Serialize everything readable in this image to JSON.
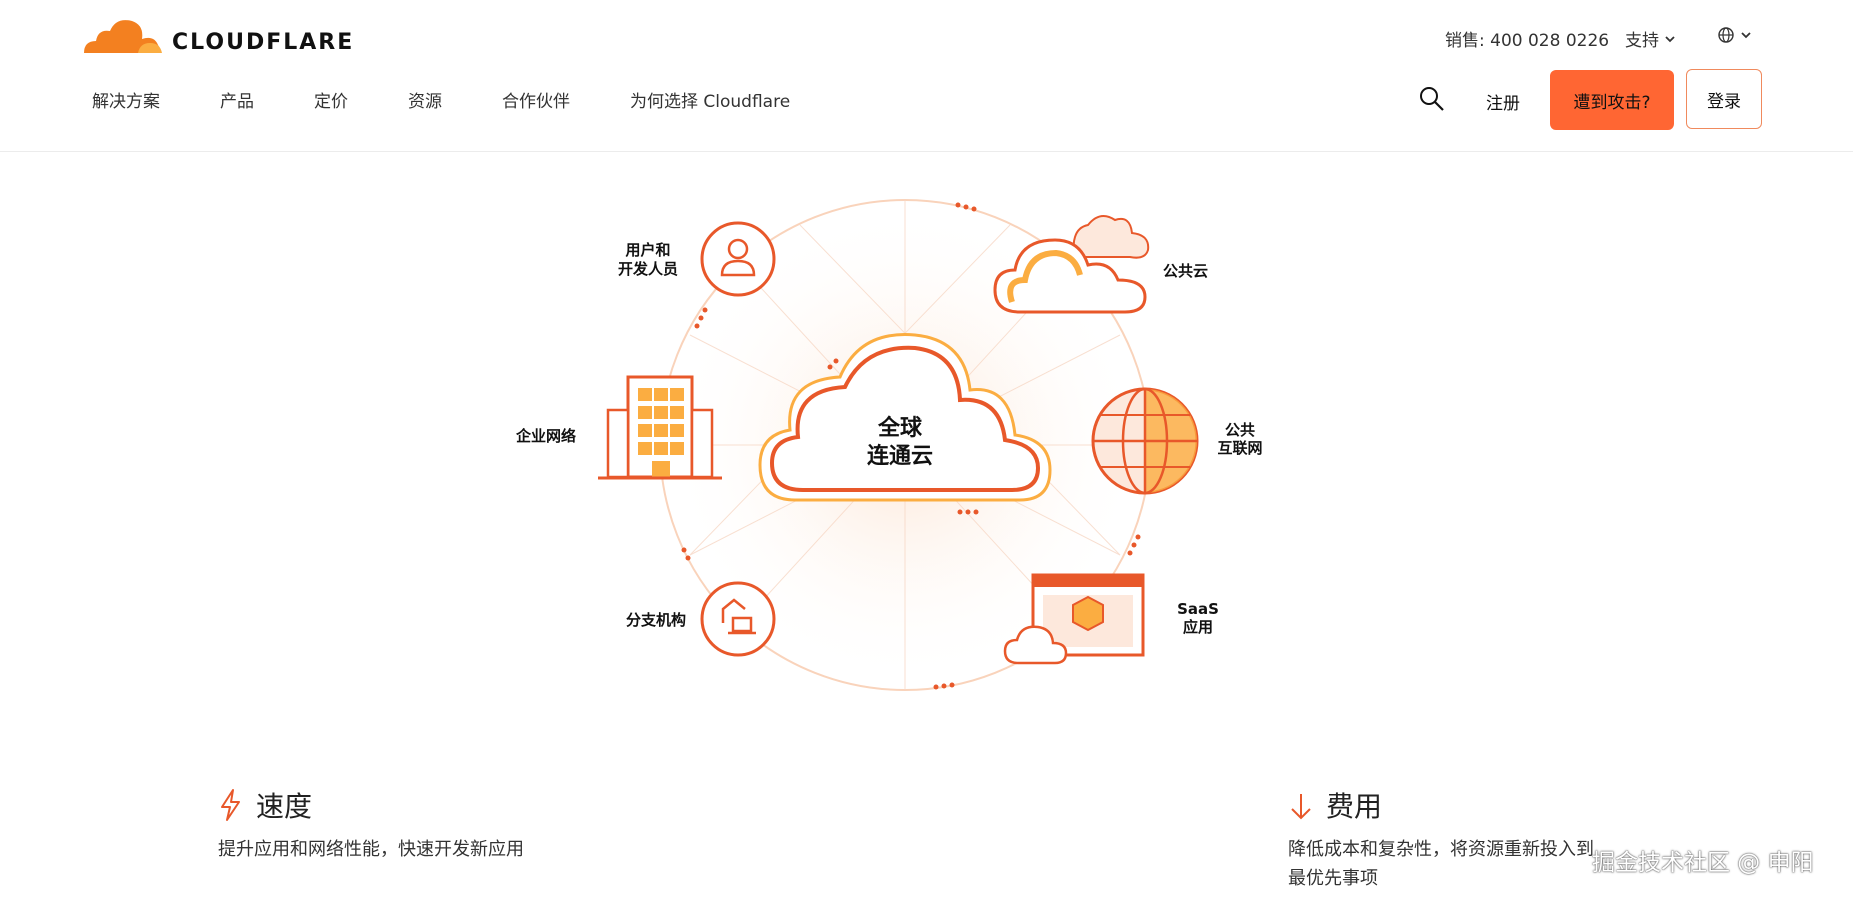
{
  "brand": {
    "name": "CLOUDFLARE"
  },
  "header": {
    "sales": "销售: 400 028 0226",
    "support": "支持",
    "nav": [
      "解决方案",
      "产品",
      "定价",
      "资源",
      "合作伙伴",
      "为何选择 Cloudflare"
    ],
    "signup": "注册",
    "attack_button": "遭到攻击?",
    "login_button": "登录"
  },
  "diagram": {
    "center": [
      "全球",
      "连通云"
    ],
    "users": [
      "用户和",
      "开发人员"
    ],
    "public_cloud": "公共云",
    "enterprise": "企业网络",
    "internet": [
      "公共",
      "互联网"
    ],
    "branch": "分支机构",
    "saas": [
      "SaaS",
      "应用"
    ]
  },
  "features": [
    {
      "title": "速度",
      "desc": [
        "提升应用和网络性能，快速开发新应用"
      ]
    },
    {
      "title": "费用",
      "desc": [
        "降低成本和复杂性，将资源重新投入到",
        "最优先事项"
      ]
    }
  ],
  "watermark": "掘金技术社区 @ 申阳",
  "colors": {
    "accent": "#ff6633",
    "orange_light": "#fbad41",
    "stroke": "#e8582a"
  }
}
